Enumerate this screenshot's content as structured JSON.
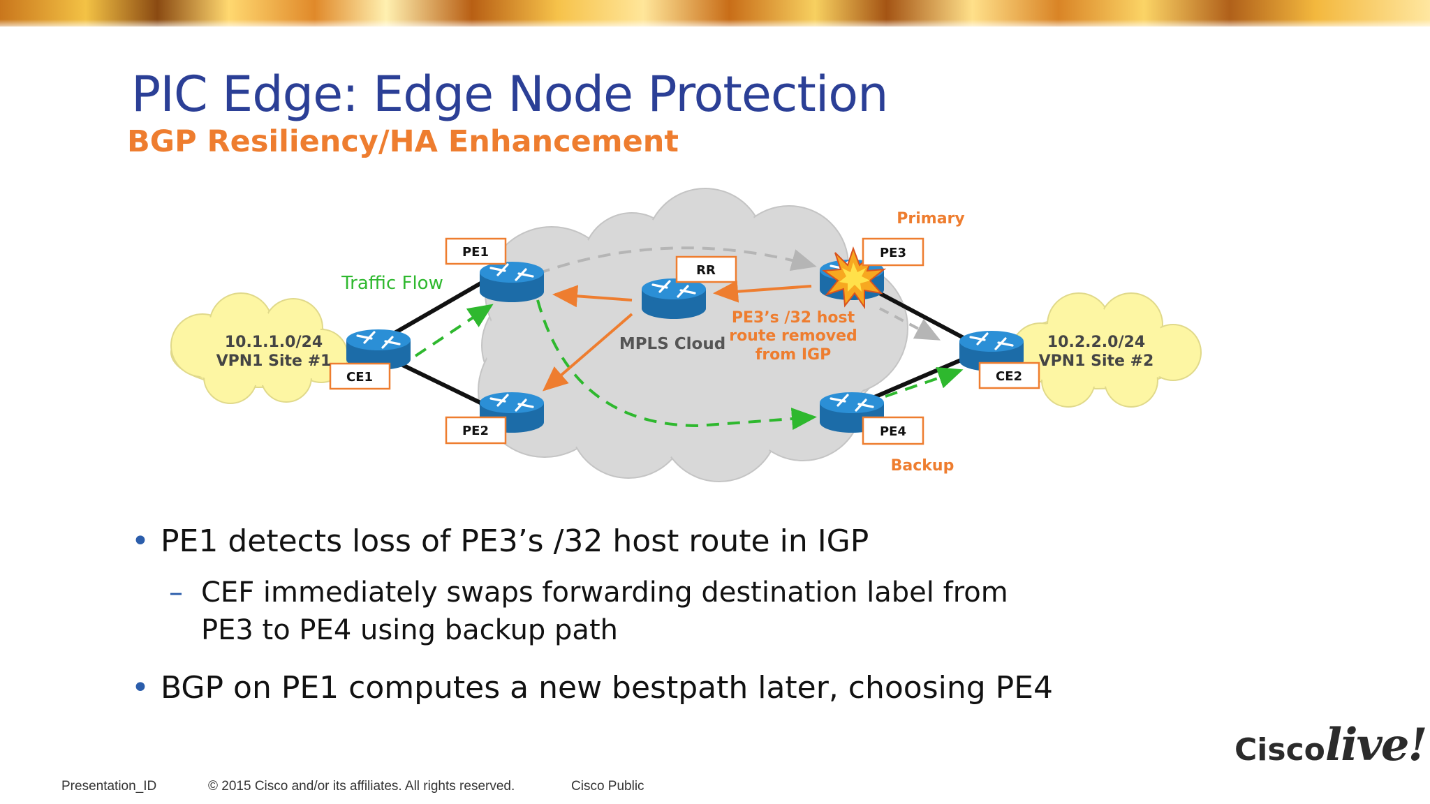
{
  "slide": {
    "title": "PIC Edge: Edge Node Protection",
    "subtitle": "BGP Resiliency/HA Enhancement"
  },
  "diagram": {
    "nodes": {
      "ce1": "CE1",
      "ce2": "CE2",
      "pe1": "PE1",
      "pe2": "PE2",
      "pe3": "PE3",
      "pe4": "PE4",
      "rr": "RR"
    },
    "site1": {
      "prefix": "10.1.1.0/24",
      "name": "VPN1 Site #1"
    },
    "site2": {
      "prefix": "10.2.2.0/24",
      "name": "VPN1 Site #2"
    },
    "cloud_label": "MPLS Cloud",
    "traffic_flow": "Traffic Flow",
    "primary_label": "Primary",
    "backup_label": "Backup",
    "annotation": [
      "PE3’s /32 host",
      "route removed",
      "from IGP"
    ],
    "colors": {
      "orange": "#ee7d2f",
      "green": "#2eb82e",
      "router_blue": "#1f77b4",
      "site_yellow": "#fdf6a3",
      "cloud_gray": "#d6d6d6"
    },
    "icons": [
      "router-icon",
      "explosion-icon"
    ]
  },
  "bullets": [
    {
      "text": "PE1 detects loss of PE3’s /32 host route in IGP",
      "sub": [
        "CEF immediately swaps forwarding destination label from",
        "PE3 to PE4 using backup path"
      ]
    },
    {
      "text": "BGP on PE1 computes a new bestpath later, choosing PE4"
    }
  ],
  "footer": {
    "presentation_id": "Presentation_ID",
    "copyright": "© 2015 Cisco and/or its affiliates. All rights reserved.",
    "classification": "Cisco Public"
  },
  "logo": {
    "brand": "Cisco",
    "event": "live!"
  }
}
